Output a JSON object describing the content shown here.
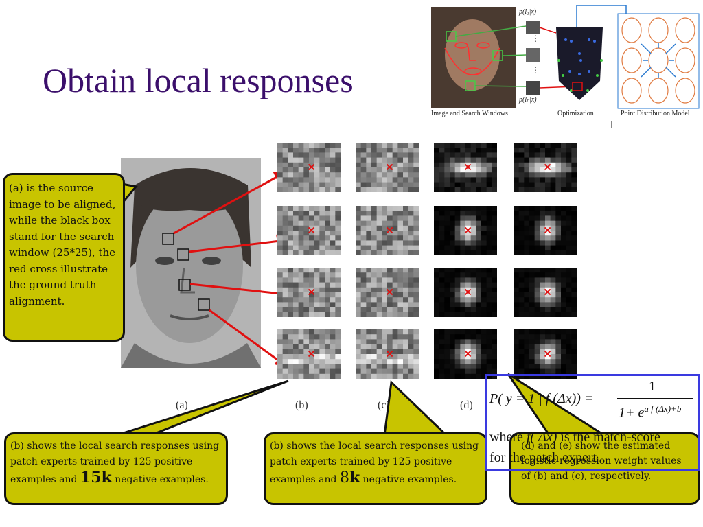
{
  "title": "Obtain local responses",
  "top_figure": {
    "captions": [
      "Image and Search Windows",
      "Optimization",
      "Point Distribution Model"
    ],
    "labels": [
      "p(l₁|x)",
      "p(lₙ|x)"
    ]
  },
  "figure_labels": [
    "(a)",
    "(b)",
    "(c)",
    "(d)"
  ],
  "callouts": {
    "a": "(a) is the source image to be aligned, while the black box stand for the search window (25*25), the red cross illustrate the ground truth alignment.",
    "b": {
      "pre": "(b) shows the local search responses using patch experts trained by 125 positive examples and ",
      "num": "15k",
      "post": " negative examples."
    },
    "c": {
      "pre": "(b) shows the local search responses using patch experts trained by 125 positive examples and ",
      "num": "8",
      "bold": "k",
      "post": " negative examples."
    },
    "d": "(d) and (e) show the estimated logistic regression weight values of (b) and (c), respectively."
  },
  "formula": {
    "lhs": "P( y = 1 | f (Δx)) =",
    "numerator": "1",
    "denominator_base": "1+ e",
    "denominator_exp": "a f (Δx)+b",
    "where_pre": "where ",
    "where_var": "f( Δx)",
    "where_post": " is the match-score",
    "for_line": "for the patch expert"
  },
  "colors": {
    "title": "#3b0f6b",
    "callout_fill": "#c8c400",
    "formula_border": "#3a3ae0",
    "arrow": "#e01010",
    "cross": "#e01010"
  }
}
